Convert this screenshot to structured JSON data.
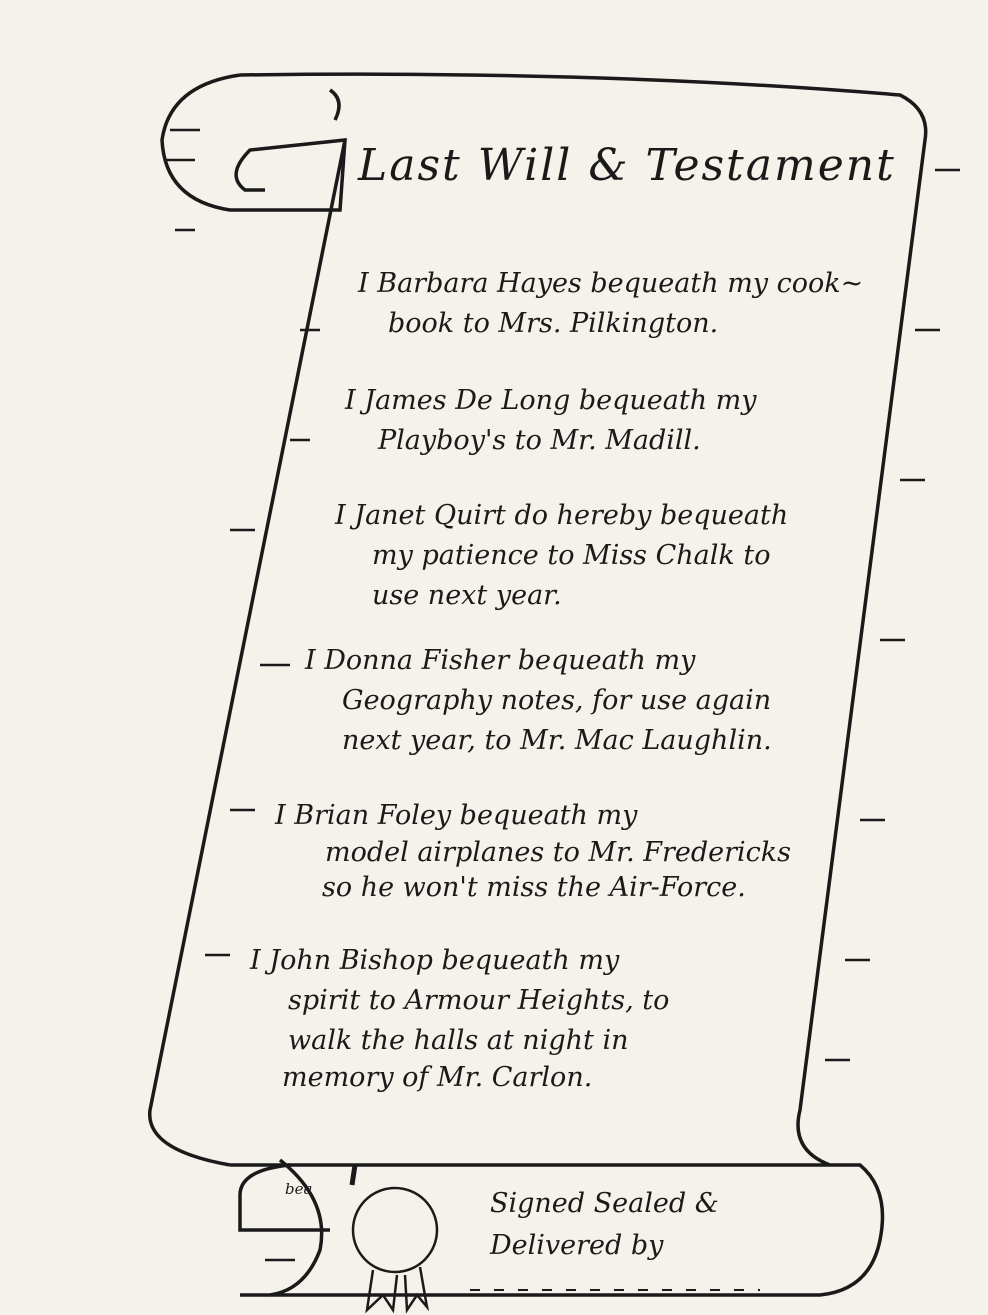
{
  "document": {
    "title": "Last Will & Testament",
    "entries": [
      {
        "lines": [
          "I Barbara Hayes bequeath my cook~",
          "book to Mrs. Pilkington."
        ]
      },
      {
        "lines": [
          "I James De Long bequeath my",
          "Playboy's to Mr. Madill."
        ]
      },
      {
        "lines": [
          "I Janet Quirt do hereby bequeath",
          "my patience to Miss Chalk to",
          "use next year."
        ]
      },
      {
        "lines": [
          "I Donna Fisher bequeath my",
          "Geography notes, for use again",
          "next year, to Mr. Mac Laughlin."
        ]
      },
      {
        "lines": [
          "I Brian Foley bequeath my",
          "model airplanes to Mr. Fredericks",
          "so he won't miss the Air-Force."
        ]
      },
      {
        "lines": [
          "I John Bishop bequeath my",
          "spirit to Armour Heights, to",
          "walk the halls at night in",
          "memory of Mr. Carlon."
        ]
      }
    ],
    "signature": {
      "line1": "Signed Sealed &",
      "line2": "Delivered by"
    },
    "scribble": "bea"
  }
}
